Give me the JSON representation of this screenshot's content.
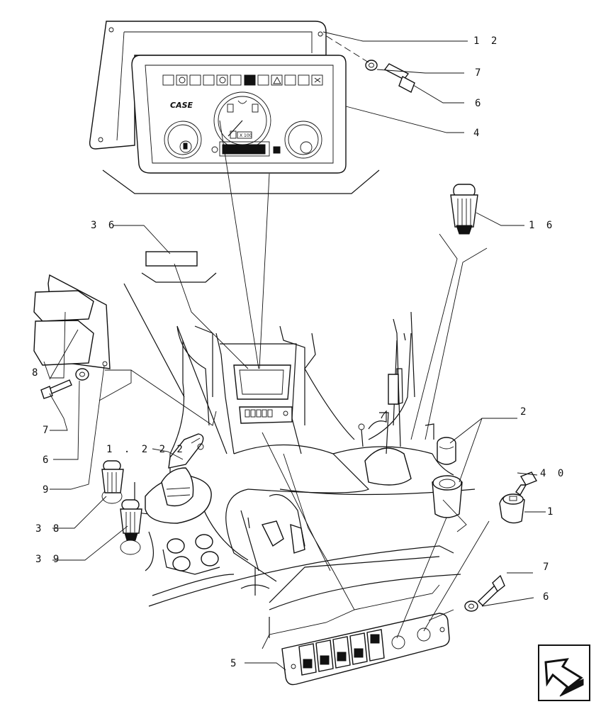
{
  "diagram": {
    "brand_label": "CASE",
    "meter_label": "X 100",
    "callouts": [
      {
        "id": "c12",
        "text": "1 2"
      },
      {
        "id": "c7a",
        "text": "7"
      },
      {
        "id": "c6a",
        "text": "6"
      },
      {
        "id": "c4",
        "text": "4"
      },
      {
        "id": "c16",
        "text": "1 6"
      },
      {
        "id": "c36",
        "text": "3 6"
      },
      {
        "id": "c8",
        "text": "8"
      },
      {
        "id": "c7b",
        "text": "7"
      },
      {
        "id": "c6b",
        "text": "6"
      },
      {
        "id": "c9",
        "text": "9"
      },
      {
        "id": "c1222",
        "text": "1 . 2 2 2"
      },
      {
        "id": "c2",
        "text": "2"
      },
      {
        "id": "c40",
        "text": "4 0"
      },
      {
        "id": "c1",
        "text": "1"
      },
      {
        "id": "c38",
        "text": "3 8"
      },
      {
        "id": "c39",
        "text": "3 9"
      },
      {
        "id": "c7c",
        "text": "7"
      },
      {
        "id": "c6c",
        "text": "6"
      },
      {
        "id": "c5",
        "text": "5"
      }
    ]
  }
}
